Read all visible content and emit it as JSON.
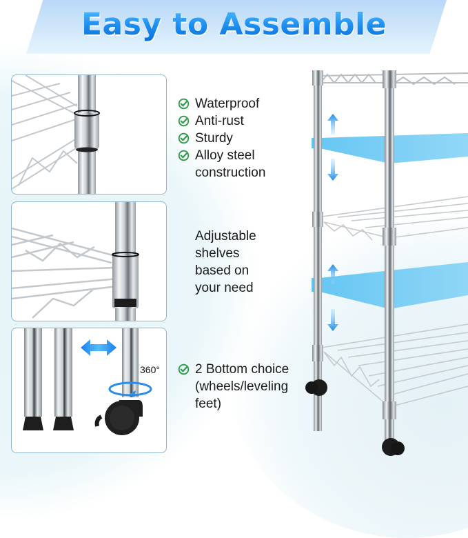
{
  "title": "Easy to Assemble",
  "colors": {
    "title_blue": "#1a8cf0",
    "banner_top": "#b9d8f7",
    "banner_bottom": "#e4f4fc",
    "check_green": "#2e9a4a",
    "arrow_blue": "#1e88e5",
    "shelf_highlight": "#5cc3f2",
    "panel_border": "#8fb6c9",
    "text": "#1a1a1a"
  },
  "panels": [
    {
      "name": "shelf-sleeve-connector-detail",
      "description": "Wire shelf corner locked onto chrome pole with sleeve"
    },
    {
      "name": "shelf-corner-sleeve-detail",
      "description": "Shelf corner collar on pole with black ring"
    },
    {
      "name": "bottom-options-detail",
      "description": "Leveling feet vs. swivel caster",
      "rotation_label": "360°"
    }
  ],
  "features": {
    "checked": [
      {
        "icon": "check-circle-icon",
        "label": "Waterproof"
      },
      {
        "icon": "check-circle-icon",
        "label": "Anti-rust"
      },
      {
        "icon": "check-circle-icon",
        "label": "Sturdy"
      },
      {
        "icon": "check-circle-icon",
        "label": "Alloy steel",
        "label2": "construction"
      }
    ],
    "adjustable": [
      "Adjustable",
      "shelves",
      "based on",
      "your need"
    ],
    "bottom": {
      "icon": "check-circle-icon",
      "lines": [
        "2 Bottom choice",
        "(wheels/leveling",
        "feet)"
      ]
    }
  }
}
